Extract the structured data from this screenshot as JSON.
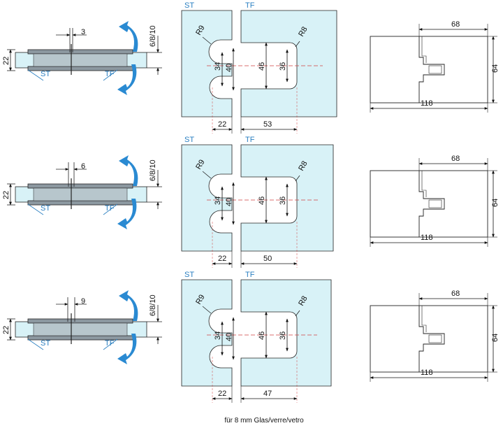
{
  "colors": {
    "glass": "#d8f2f7",
    "line": "#222222",
    "arrow": "#2a8ad2",
    "accent": "#2a7fc1",
    "centerline": "#d04040"
  },
  "rows": [
    {
      "plan": {
        "gap": "3",
        "height": "22",
        "thickness": "6/8/10",
        "st": "ST",
        "tf": "TF"
      },
      "cutout": {
        "st": "ST",
        "tf": "TF",
        "r_left": "R9",
        "r_right": "R8",
        "d34": "34",
        "d40": "40",
        "d46": "46",
        "d36": "36",
        "w22": "22",
        "w_tf": "53"
      },
      "hinge": {
        "w68": "68",
        "h64": "64",
        "w118": "118"
      }
    },
    {
      "plan": {
        "gap": "6",
        "height": "22",
        "thickness": "6/8/10",
        "st": "ST",
        "tf": "TF"
      },
      "cutout": {
        "st": "ST",
        "tf": "TF",
        "r_left": "R9",
        "r_right": "R8",
        "d34": "34",
        "d40": "40",
        "d46": "46",
        "d36": "36",
        "w22": "22",
        "w_tf": "50"
      },
      "hinge": {
        "w68": "68",
        "h64": "64",
        "w118": "118"
      }
    },
    {
      "plan": {
        "gap": "9",
        "height": "22",
        "thickness": "6/8/10",
        "st": "ST",
        "tf": "TF"
      },
      "cutout": {
        "st": "ST",
        "tf": "TF",
        "r_left": "R9",
        "r_right": "R8",
        "d34": "34",
        "d40": "40",
        "d46": "46",
        "d36": "36",
        "w22": "22",
        "w_tf": "47"
      },
      "hinge": {
        "w68": "68",
        "h64": "64",
        "w118": "118"
      }
    }
  ],
  "caption": "für 8 mm Glas/verre/vetro"
}
